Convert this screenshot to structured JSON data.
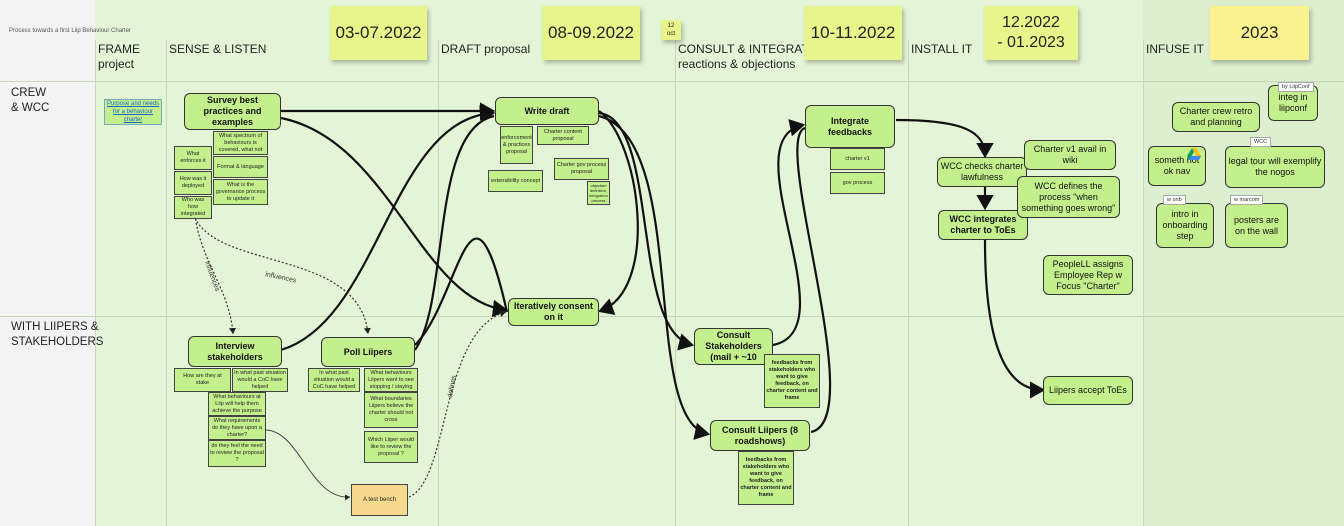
{
  "board_title": "Process towards a first Liip Behaviour Charter",
  "columns": [
    {
      "label": "FRAME\nproject"
    },
    {
      "label": "SENSE & LISTEN"
    },
    {
      "label": "DRAFT proposal"
    },
    {
      "label": "CONSULT & INTEGRATE\nreactions & objections"
    },
    {
      "label": "INSTALL IT"
    },
    {
      "label": "INFUSE IT"
    }
  ],
  "rows": [
    {
      "label": "CREW\n& WCC"
    },
    {
      "label": "WITH LIIPERS &\nSTAKEHOLDERS"
    }
  ],
  "periods": [
    "03-07.2022",
    "08-09.2022",
    "10-11.2022",
    "12.2022\n- 01.2023",
    "2023"
  ],
  "small_date": "12\noct",
  "nodes": {
    "purpose": "Purpose and needs for a behaviour charter",
    "survey": "Survey best practices and examples",
    "write_draft": "Write draft",
    "integrate": "Integrate feedbacks",
    "iterative": "Iteratively consent on it",
    "interview": "Interview stakeholders",
    "poll": "Poll Liipers",
    "consult_stakeholders": "Consult Stakeholders (mail + ~10",
    "consult_liipers": "Consult Liipers (8 roadshows)",
    "wcc_checks": "WCC checks charter lawfulness",
    "wcc_integrates": "WCC integrates charter to ToEs",
    "charter_v1_wiki": "Charter v1 avail in wiki",
    "wcc_defines": "WCC defines the process \"when something goes wrong\"",
    "peoplell": "PeopleLL assigns Employee Rep w Focus \"Charter\"",
    "liipers_accept": "Liipers accept ToEs",
    "retro": "Charter crew retro and planning",
    "integ_liipconf": "integ in liipconf",
    "something_nav": "someth not ok nav",
    "legal_tour": "legal tour will exemplify the nogos",
    "intro_onboarding": "intro in onboarding step",
    "posters": "posters are on the wall",
    "test_bench": "A test bench"
  },
  "tags": {
    "liipconf": "by LiipConf",
    "wcc": "WCC",
    "wonb": "w onb",
    "wmarcom": "w marcom"
  },
  "survey_details": {
    "spectrum": "What spectrum of behaviours is covered, what not",
    "enforces": "What enforces it",
    "format": "Format & language",
    "deployed": "How was it deployed",
    "governance": "What is the governance process to update it",
    "who": "Who was how integrated"
  },
  "draft_details": {
    "enforcement": "enforcement & practices proposal",
    "content": "Charter content proposal",
    "extensibility": "extensibility concept",
    "gov_process": "Charter gov process proposal",
    "objection": "objection definition, integration process"
  },
  "integrate_details": {
    "charter_v1": "charter v1",
    "gov_process": "gov process"
  },
  "interview_details": {
    "stake": "How are they at stake",
    "past": "In what past situation would a CoC have helped",
    "help": "What behaviours at Liip will help them achieve the purpose",
    "requirements": "What requirements do they have upon a charter?",
    "need": "do they feel the need to review the proposal ?"
  },
  "poll_details": {
    "past": "In what past situation would a CoC have helped",
    "behaviours": "What behaviours Liipers want to see stopping / staying",
    "boundaries": "What boundaries Liipers believe the charter should not cross",
    "reviewer": "Which Liiper would like to review the proposal ?"
  },
  "feedback_note": "feedbacks from stakeholders who want to give feedback, on charter content and frame",
  "edge_labels": {
    "influences": "influences",
    "defines": "defines"
  }
}
